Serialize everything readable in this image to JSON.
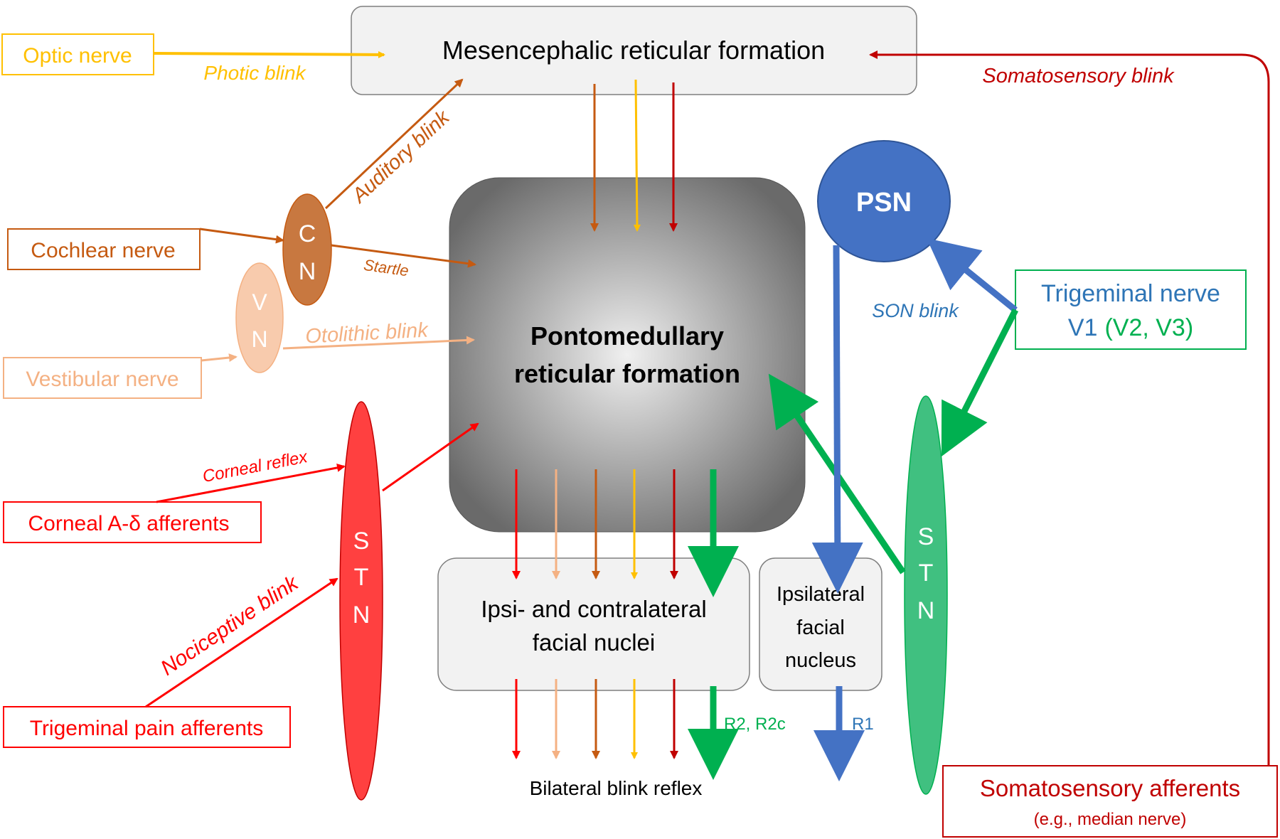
{
  "colors": {
    "optic": "#FFC000",
    "cochlear": "#C55A11",
    "vestibular": "#F4B183",
    "corneal": "#FF0000",
    "somatosensory": "#C00000",
    "trigeminal_green": "#00B050",
    "son_blue": "#4472C4",
    "box_fill": "#F2F2F2",
    "box_stroke": "#7F7F7F"
  },
  "icons": [
    "arrow-icon"
  ],
  "inputs": {
    "optic_nerve": "Optic nerve",
    "cochlear_nerve": "Cochlear nerve",
    "vestibular_nerve": "Vestibular nerve",
    "corneal_afferents": "Corneal A-δ afferents",
    "trigeminal_pain": "Trigeminal pain afferents",
    "trigeminal_nerve_line1": "Trigeminal nerve",
    "trigeminal_nerve_v1": "V1",
    "trigeminal_nerve_v23": "(V2, V3)",
    "somatosensory_afferents": "Somatosensory afferents",
    "somatosensory_example": "(e.g., median nerve)"
  },
  "structures": {
    "mesencephalic": "Mesencephalic reticular formation",
    "pontomedullary_line1": "Pontomedullary",
    "pontomedullary_line2": "reticular formation",
    "facial_nuclei_line1": "Ipsi- and contralateral",
    "facial_nuclei_line2": "facial nuclei",
    "ipsilateral_line1": "Ipsilateral",
    "ipsilateral_line2": "facial",
    "ipsilateral_line3": "nucleus",
    "psn": "PSN",
    "cn_c": "C",
    "cn_n": "N",
    "vn_v": "V",
    "vn_n": "N",
    "stn_left": [
      "S",
      "T",
      "N"
    ],
    "stn_right": [
      "S",
      "T",
      "N"
    ]
  },
  "pathways": {
    "photic": "Photic blink",
    "auditory": "Auditory blink",
    "startle": "Startle",
    "otolithic": "Otolithic blink",
    "corneal_reflex": "Corneal reflex",
    "nociceptive": "Nociceptive blink",
    "somatosensory": "Somatosensory blink",
    "son": "SON blink",
    "r2": "R2, R2c",
    "r1": "R1"
  },
  "output": {
    "bilateral": "Bilateral blink reflex"
  }
}
